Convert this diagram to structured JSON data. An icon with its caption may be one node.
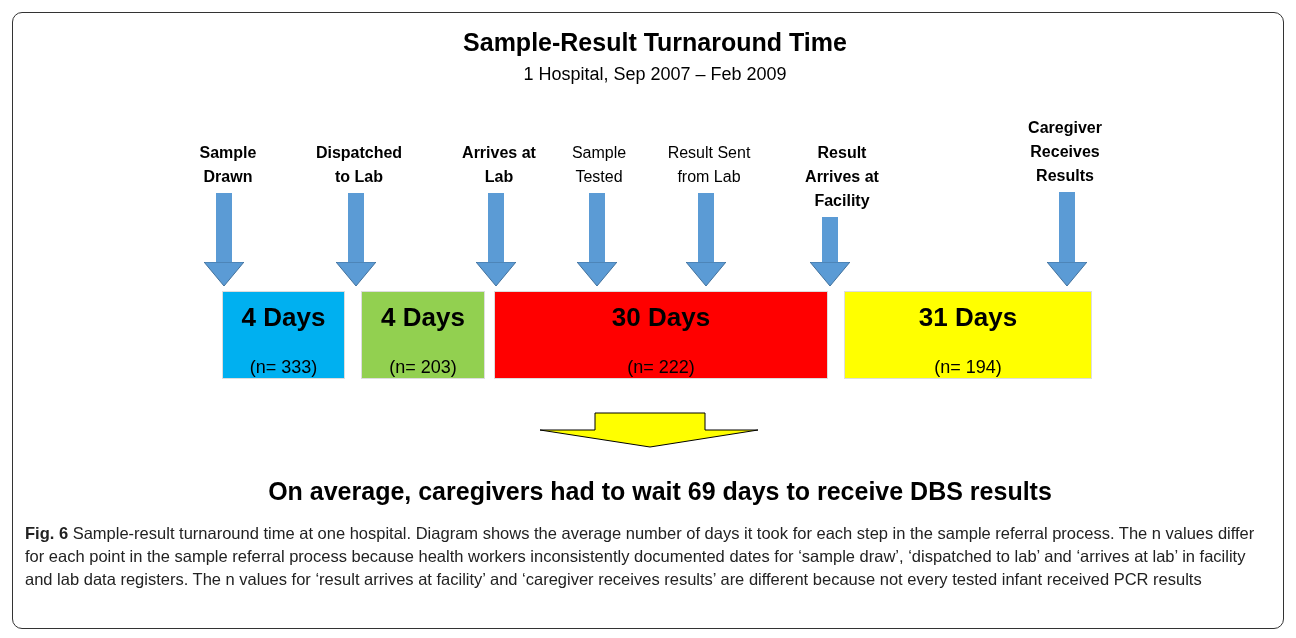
{
  "diagram": {
    "title": "Sample-Result Turnaround Time",
    "caption": "**Fig. 6** Sample-result turnaround time at one hospital. Diagram shows the average number of days it took for each step in the sample referral process. The n values differ for each point in the sample referral process because health workers inconsistently documented dates for ‘sample draw’, ‘dispatched to lab’ and ‘arrives at lab’ in facility and lab data registers. The n values for ‘result arrives at facility’ and ‘caregiver receives results’ are different because not every tested infant received PCR results",
    "nodes": [
      {
        "text": [
          "Sample Drawn"
        ]
      },
      {
        "text": [
          "Dispatched to Lab"
        ]
      },
      {
        "text": [
          "Arrives at Lab"
        ]
      },
      {
        "text": [
          "Sample Tested"
        ]
      },
      {
        "text": [
          "Result Sent from Lab"
        ]
      },
      {
        "text": [
          "Result Arrives at Facility"
        ]
      },
      {
        "text": [
          "Caregiver Receives Results"
        ]
      },
      {
        "text": [
          "4 Days",
          "(n= 333)"
        ]
      },
      {
        "text": [
          "4 Days",
          "(n= 203)"
        ]
      },
      {
        "text": [
          "30 Days",
          "(n= 222)"
        ]
      },
      {
        "text": [
          "31 Days",
          "(n= 194)"
        ]
      }
    ],
    "edges": [
      {
        "from": 0,
        "to": 7,
        "arrow": "to"
      },
      {
        "from": 1,
        "to": 7,
        "arrow": "to"
      },
      {
        "from": 2,
        "to": 8,
        "arrow": "to"
      },
      {
        "from": 3,
        "to": 9,
        "arrow": "to"
      },
      {
        "from": 4,
        "to": 9,
        "arrow": "to"
      },
      {
        "from": 5,
        "to": 10,
        "arrow": "to"
      },
      {
        "from": 6,
        "to": 10,
        "arrow": "to"
      }
    ],
    "labels": [
      "1 Hospital, Sep 2007 – Feb 2009",
      "On average, caregivers had to wait 69 days to receive DBS results"
    ]
  }
}
